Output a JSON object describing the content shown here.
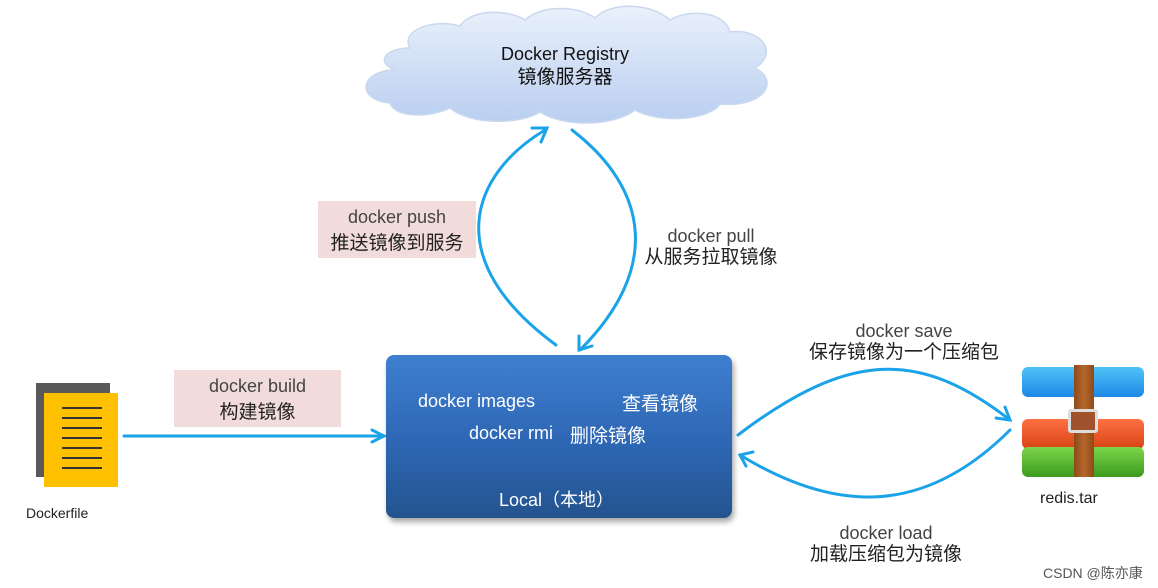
{
  "registry": {
    "title": "Docker Registry",
    "subtitle": "镜像服务器"
  },
  "push": {
    "cmd": "docker push",
    "desc": "推送镜像到服务"
  },
  "pull": {
    "cmd": "docker pull",
    "desc": "从服务拉取镜像"
  },
  "build": {
    "cmd": "docker build",
    "desc": "构建镜像"
  },
  "local": {
    "images_cmd": "docker images",
    "images_desc": "查看镜像",
    "rmi_cmd": "docker rmi",
    "rmi_desc": "删除镜像",
    "title": "Local（本地）"
  },
  "save": {
    "cmd": "docker save",
    "desc": "保存镜像为一个压缩包"
  },
  "load": {
    "cmd": "docker load",
    "desc": "加载压缩包为镜像"
  },
  "dockerfile": {
    "label": "Dockerfile",
    "icon": "document-icon"
  },
  "archive": {
    "label": "redis.tar",
    "icon": "archive-icon"
  },
  "watermark": "CSDN @陈亦康",
  "colors": {
    "arrow": "#1aa3e8",
    "local_box": "#2e69b6",
    "label_bg": "#f2dcdb",
    "file_fill": "#ffc000"
  }
}
